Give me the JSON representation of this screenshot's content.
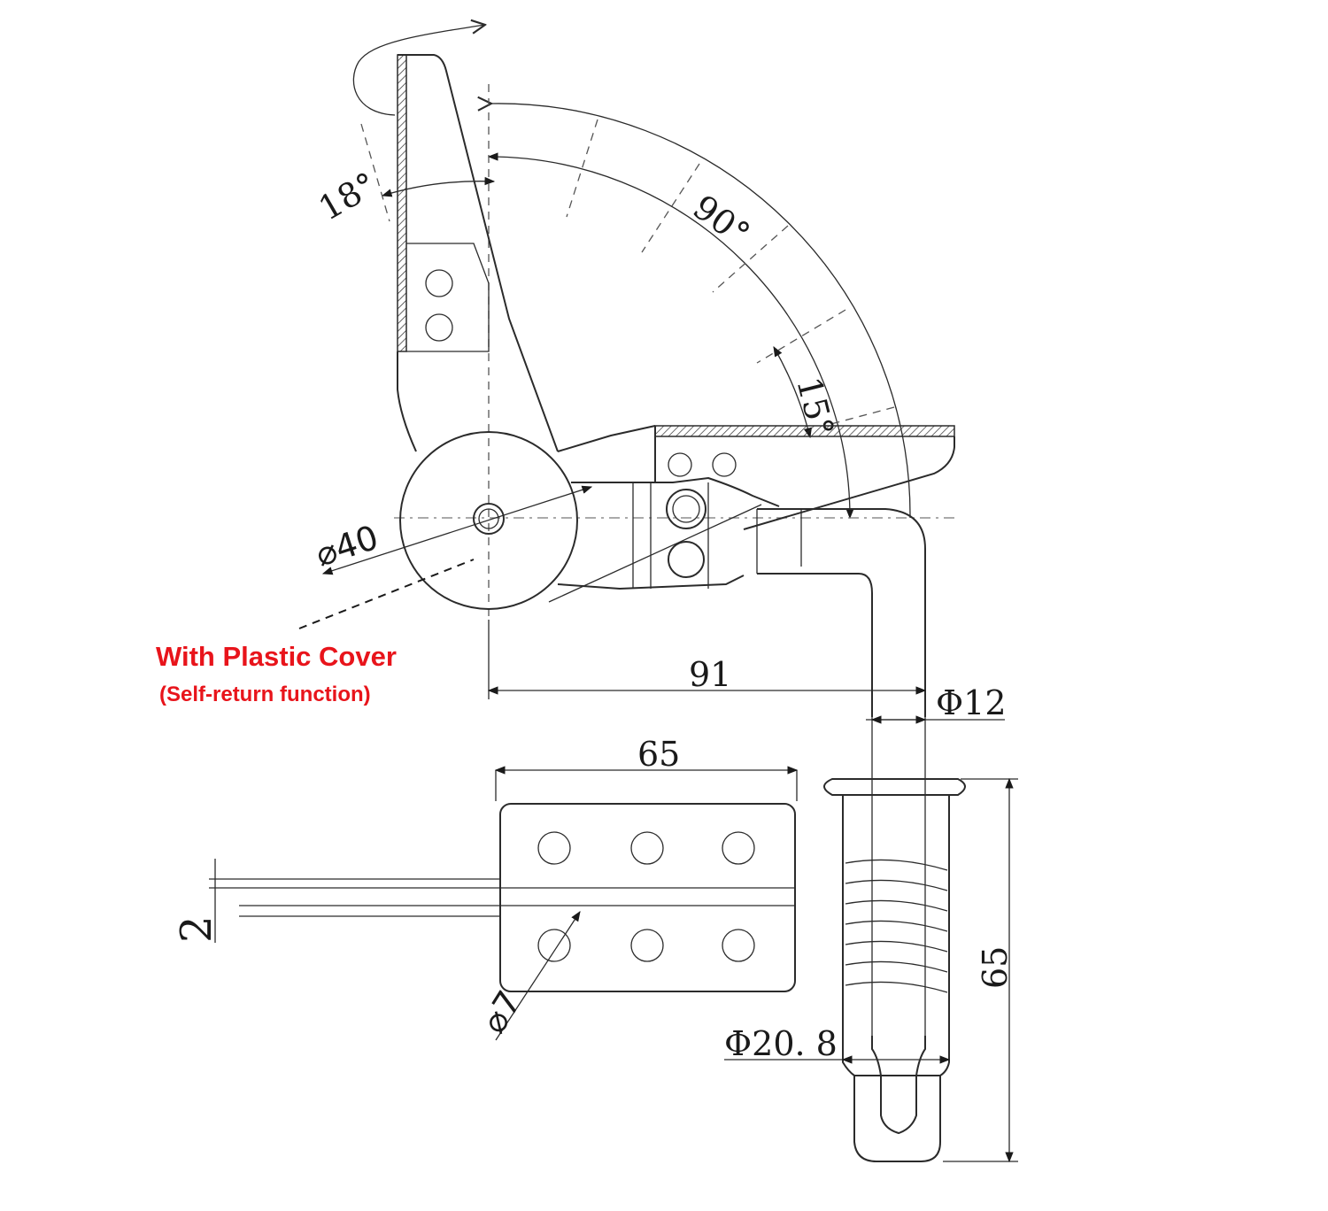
{
  "notes": {
    "title": "With Plastic Cover",
    "subtitle": "(Self-return function)"
  },
  "dimensions": {
    "angle_open": "18°",
    "angle_rotation": "90°",
    "angle_stop": "15°",
    "hub_diameter": "⌀40",
    "arm_length": "91",
    "pin_diameter": "Φ12",
    "plate_width": "65",
    "plate_thickness": "2",
    "hole_diameter": "⌀7",
    "sleeve_diameter": "Φ20. 8",
    "sleeve_length": "65"
  },
  "colors": {
    "line": "#2b2b2b",
    "note": "#e8141b"
  }
}
